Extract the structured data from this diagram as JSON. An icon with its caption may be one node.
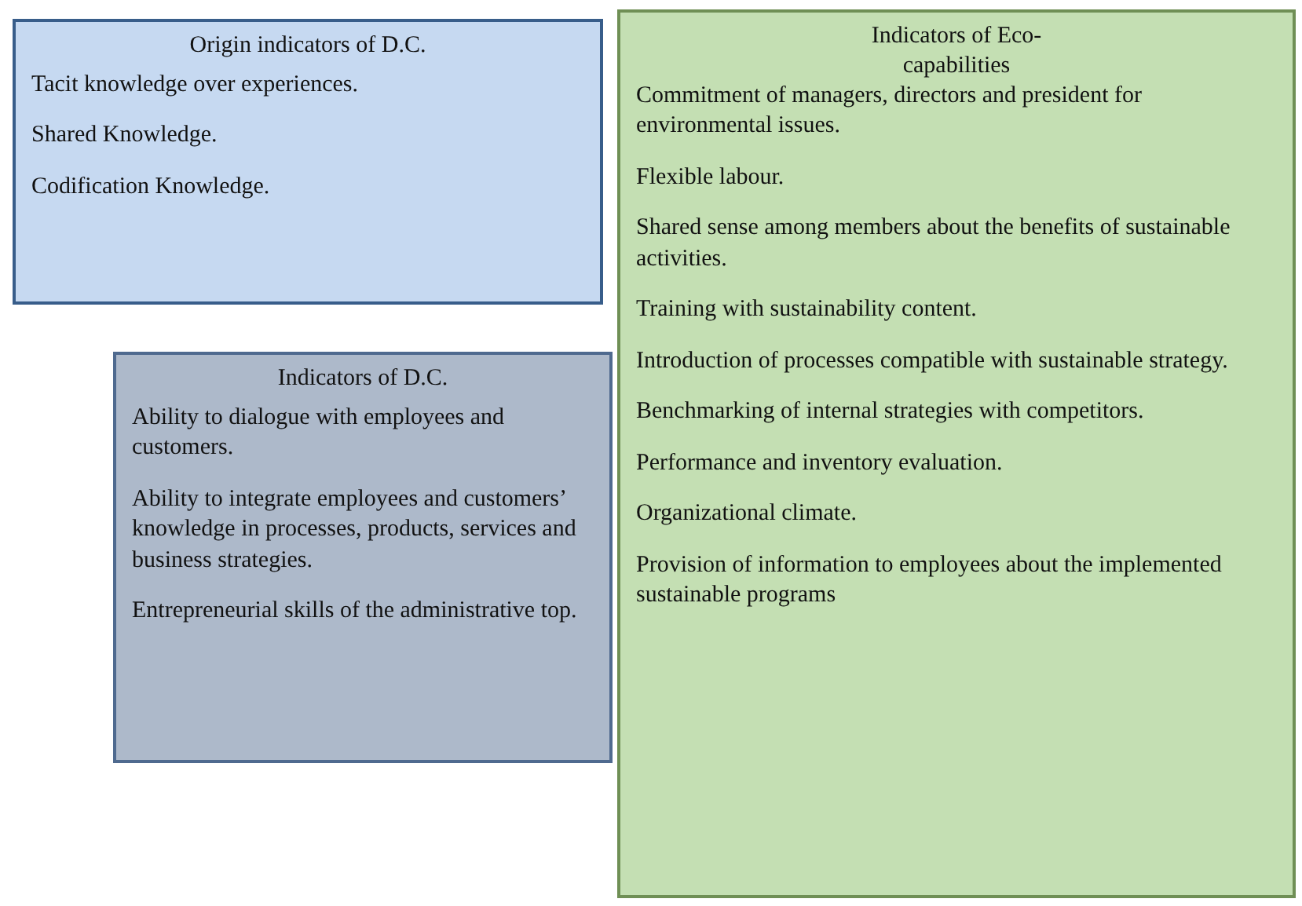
{
  "diagram": {
    "nodes": [
      {
        "text": [
          "Origin indicators of D.C.",
          "Tacit knowledge over experiences.",
          "Shared Knowledge.",
          "Codification Knowledge."
        ]
      },
      {
        "text": [
          "Indicators of D.C.",
          "Ability to dialogue with employees and customers.",
          "Ability to integrate employees and customers’ knowledge in processes, products, services and business strategies.",
          "Entrepreneurial skills of the administrative top."
        ]
      },
      {
        "text": [
          "Indicators of Eco-capabilities",
          "Commitment of managers, directors and president for environmental issues.",
          "Flexible labour.",
          "Shared sense among members about the benefits of sustainable activities.",
          "Training with sustainability content.",
          "Introduction of processes compatible with sustainable strategy.",
          "Benchmarking of internal strategies with competitors.",
          "Performance and inventory evaluation.",
          "Organizational climate.",
          "Provision of information to employees about the implemented sustainable programs"
        ]
      }
    ]
  }
}
